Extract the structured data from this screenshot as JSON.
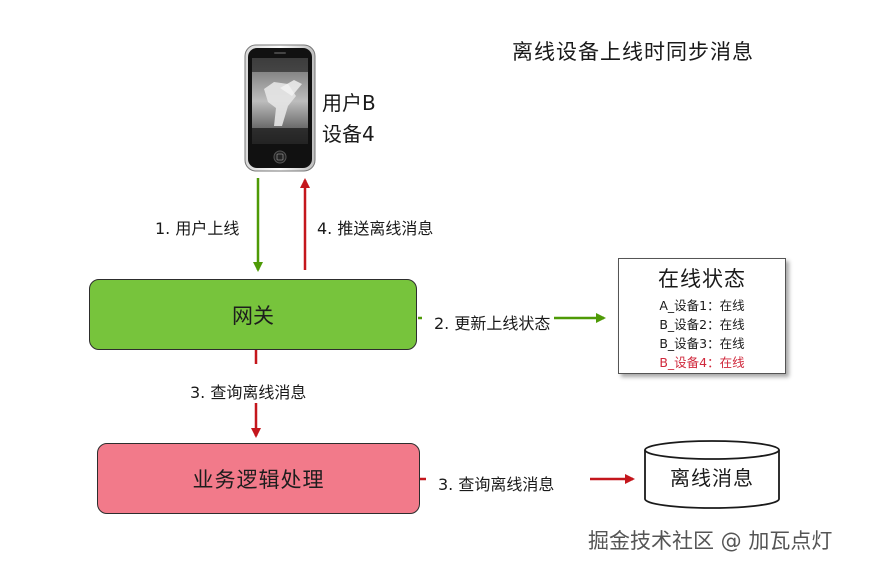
{
  "title": "离线设备上线时同步消息",
  "device": {
    "name": "iphone-icon",
    "line1": "用户B",
    "line2": "设备4"
  },
  "edges": {
    "user_online": "1. 用户上线",
    "push_offline": "4. 推送离线消息",
    "update_status": "2. 更新上线状态",
    "query_offline_gateway": "3. 查询离线消息",
    "query_offline_db": "3. 查询离线消息"
  },
  "nodes": {
    "gateway": "网关",
    "business": "业务逻辑处理",
    "offline_db": "离线消息"
  },
  "status_table": {
    "title": "在线状态",
    "rows": [
      {
        "text": "A_设备1：在线",
        "color": "#1a1a1a"
      },
      {
        "text": "B_设备2：在线",
        "color": "#1a1a1a"
      },
      {
        "text": "B_设备3：在线",
        "color": "#1a1a1a"
      },
      {
        "text": "B_设备4：在线",
        "color": "#d0283c"
      }
    ]
  },
  "colors": {
    "green_arrow": "#4e9a06",
    "red_arrow": "#c4161c",
    "gateway_fill": "#77c43c",
    "business_fill": "#f27a8a"
  },
  "watermark": "掘金技术社区 @ 加瓦点灯"
}
